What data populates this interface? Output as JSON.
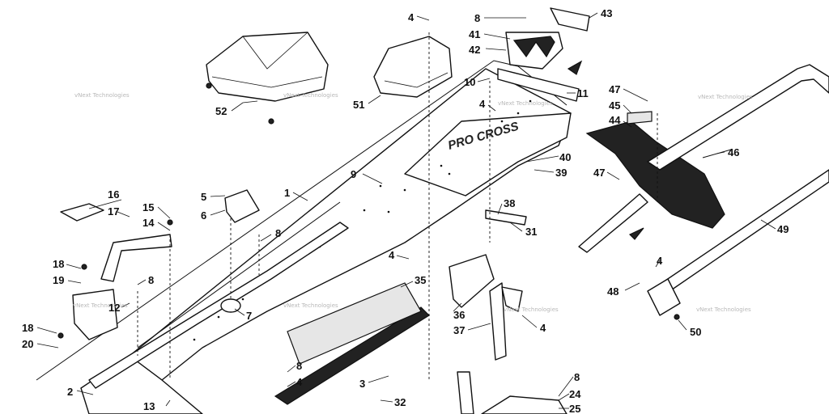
{
  "diagram": {
    "watermark": "vNext Technologies",
    "brand_text": "PRO CROSS",
    "callouts": [
      {
        "id": "c52",
        "num": "52"
      },
      {
        "id": "c51",
        "num": "51"
      },
      {
        "id": "c4a",
        "num": "4"
      },
      {
        "id": "c8a",
        "num": "8"
      },
      {
        "id": "c41",
        "num": "41"
      },
      {
        "id": "c42",
        "num": "42"
      },
      {
        "id": "c43",
        "num": "43"
      },
      {
        "id": "c10",
        "num": "10"
      },
      {
        "id": "c11",
        "num": "11"
      },
      {
        "id": "c4b",
        "num": "4"
      },
      {
        "id": "c47a",
        "num": "47"
      },
      {
        "id": "c45",
        "num": "45"
      },
      {
        "id": "c44",
        "num": "44"
      },
      {
        "id": "c46",
        "num": "46"
      },
      {
        "id": "c47b",
        "num": "47"
      },
      {
        "id": "c40",
        "num": "40"
      },
      {
        "id": "c39",
        "num": "39"
      },
      {
        "id": "c9",
        "num": "9"
      },
      {
        "id": "c1",
        "num": "1"
      },
      {
        "id": "c5",
        "num": "5"
      },
      {
        "id": "c6",
        "num": "6"
      },
      {
        "id": "c16",
        "num": "16"
      },
      {
        "id": "c15",
        "num": "15"
      },
      {
        "id": "c17",
        "num": "17"
      },
      {
        "id": "c14",
        "num": "14"
      },
      {
        "id": "c38",
        "num": "38"
      },
      {
        "id": "c31",
        "num": "31"
      },
      {
        "id": "c49",
        "num": "49"
      },
      {
        "id": "c8b",
        "num": "8"
      },
      {
        "id": "c4c",
        "num": "4"
      },
      {
        "id": "c35",
        "num": "35"
      },
      {
        "id": "c18a",
        "num": "18"
      },
      {
        "id": "c19",
        "num": "19"
      },
      {
        "id": "c12",
        "num": "12"
      },
      {
        "id": "c8c",
        "num": "8"
      },
      {
        "id": "c7",
        "num": "7"
      },
      {
        "id": "c36",
        "num": "36"
      },
      {
        "id": "c37",
        "num": "37"
      },
      {
        "id": "c4d",
        "num": "4"
      },
      {
        "id": "c4e",
        "num": "4"
      },
      {
        "id": "c48",
        "num": "48"
      },
      {
        "id": "c50",
        "num": "50"
      },
      {
        "id": "c18b",
        "num": "18"
      },
      {
        "id": "c20",
        "num": "20"
      },
      {
        "id": "c8d",
        "num": "8"
      },
      {
        "id": "c4f",
        "num": "4"
      },
      {
        "id": "c3",
        "num": "3"
      },
      {
        "id": "c2",
        "num": "2"
      },
      {
        "id": "c13",
        "num": "13"
      },
      {
        "id": "c32",
        "num": "32"
      },
      {
        "id": "c8e",
        "num": "8"
      },
      {
        "id": "c24",
        "num": "24"
      },
      {
        "id": "c25",
        "num": "25"
      }
    ]
  }
}
